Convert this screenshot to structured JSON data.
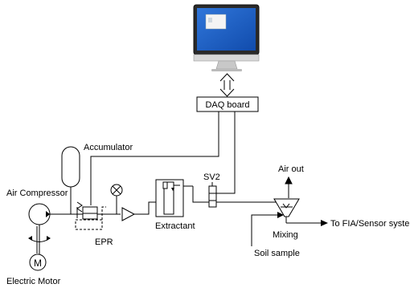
{
  "labels": {
    "daq_board": "DAQ  board",
    "accumulator": "Accumulator",
    "air_compressor": "Air Compressor",
    "electric_motor": "Electric Motor",
    "epr": "EPR",
    "extractant": "Extractant",
    "sv2": "SV2",
    "air_out": "Air out",
    "mixing": "Mixing",
    "to_fia": "To FIA/Sensor system",
    "soil_sample": "Soil sample"
  },
  "colors": {
    "monitor_screen": "#1a5fc8",
    "monitor_frame": "#2a2a2a",
    "monitor_stand": "#c8c8c8",
    "line": "#000000"
  },
  "icons": {
    "computer": "computer-monitor-icon",
    "motor": "motor-symbol-icon",
    "gauge": "pressure-gauge-icon"
  }
}
